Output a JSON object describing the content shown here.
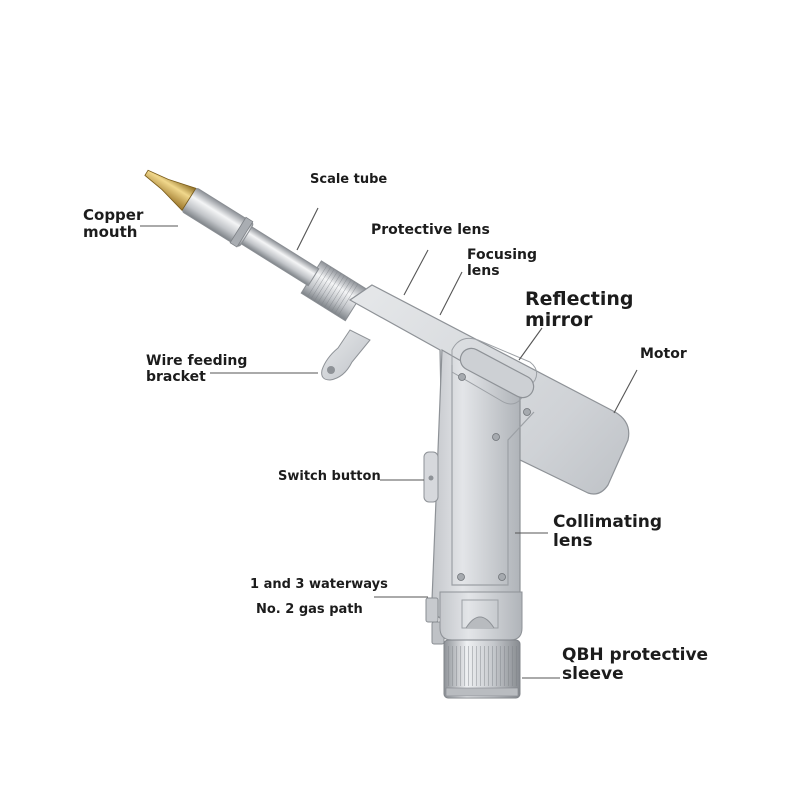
{
  "labels": {
    "scale_tube": "Scale tube",
    "copper_mouth": [
      "Copper",
      "mouth"
    ],
    "protective_lens": "Protective lens",
    "focusing_lens": [
      "Focusing",
      "lens"
    ],
    "reflecting_mirror": [
      "Reflecting",
      "mirror"
    ],
    "motor": "Motor",
    "wire_feeding_bracket": [
      "Wire feeding",
      "bracket"
    ],
    "switch_button": "Switch button",
    "collimating_lens": [
      "Collimating",
      "lens"
    ],
    "waterways": "1 and 3 waterways",
    "gas_path": "No. 2 gas path",
    "qbh_sleeve": [
      "QBH protective",
      "sleeve"
    ]
  },
  "colors": {
    "body_light": "#dadcdf",
    "body_mid": "#c4c7cb",
    "body_dark": "#9ea2a7",
    "brass": "#c9a046",
    "leader_line": "#555555",
    "text": "#1c1c1c"
  }
}
